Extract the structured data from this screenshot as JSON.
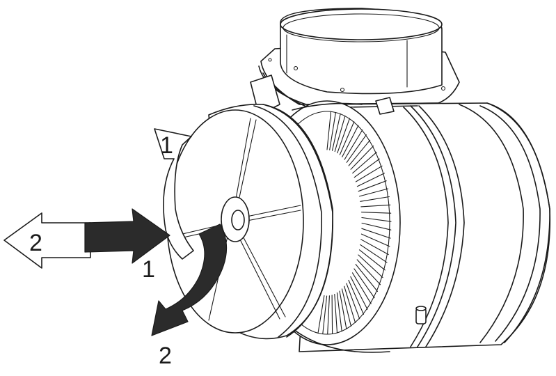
{
  "labels": {
    "step_1_curved": "1",
    "step_2_left": "2",
    "step_1_straight": "1",
    "step_2_curved": "2"
  },
  "colors": {
    "line": "#1a1a1a",
    "dark_arrow": "#2b2b2b",
    "background": "#ffffff"
  }
}
